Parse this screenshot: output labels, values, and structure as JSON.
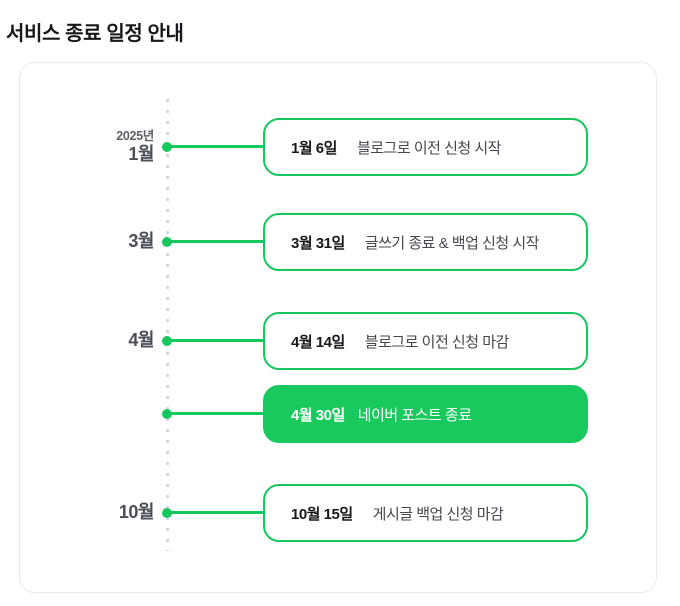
{
  "page": {
    "title": "서비스 종료 일정 안내",
    "background_color": "#ffffff"
  },
  "theme": {
    "accent_green": "#16c75e",
    "highlight_fill": "#19c95e",
    "panel_border": "#e9eaec",
    "spine_dot_color": "#d5d7db",
    "date_text_color": "#17181c",
    "label_text_color": "#43474e",
    "month_text_color": "#4a4e57"
  },
  "timeline": {
    "year_label": "2025년",
    "rows": [
      {
        "period_year": "2025년",
        "period_month": "1월",
        "date": "1월 6일",
        "label": "블로그로 이전 신청 시작",
        "highlighted": false
      },
      {
        "period_year": "",
        "period_month": "3월",
        "date": "3월 31일",
        "label": "글쓰기 종료 & 백업 신청 시작",
        "highlighted": false
      },
      {
        "period_year": "",
        "period_month": "4월",
        "date": "4월 14일",
        "label": "블로그로 이전 신청 마감",
        "highlighted": false
      },
      {
        "period_year": "",
        "period_month": "",
        "date": "4월 30일",
        "label": "네이버 포스트 종료",
        "highlighted": true
      },
      {
        "period_year": "",
        "period_month": "10월",
        "date": "10월 15일",
        "label": "게시글 백업 신청 마감",
        "highlighted": false
      }
    ]
  }
}
